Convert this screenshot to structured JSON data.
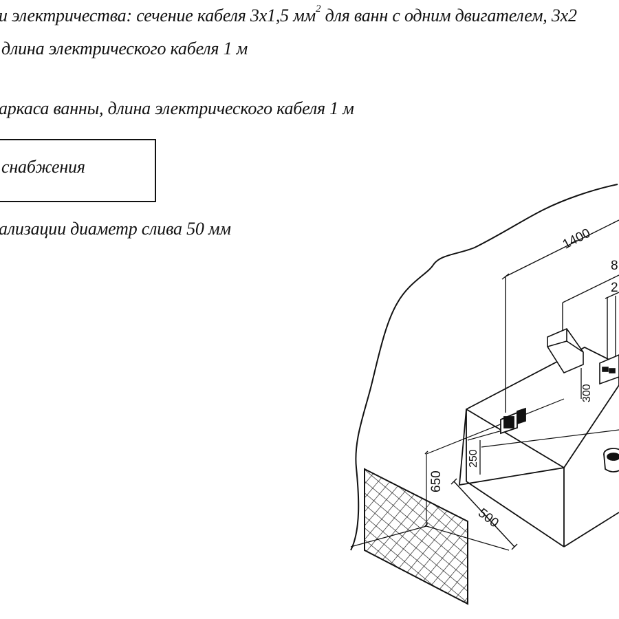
{
  "notes": {
    "line1": "и электричества: сечение кабеля 3х1,5 мм",
    "line1_sup": "2",
    "line1_tail": " для ванн с одним двигателем, 3х2",
    "line2": "длина электрического кабеля 1 м",
    "line3": "аркаса ванны, длина электрического кабеля 1 м",
    "box_label": "снабжения",
    "line4": "ализации диаметр слива 50 мм"
  },
  "dimensions": {
    "length": "1400",
    "partial_a": "8",
    "partial_b": "2",
    "height_total": "650",
    "height_socket": "250",
    "height_tap": "300",
    "depth": "500"
  }
}
